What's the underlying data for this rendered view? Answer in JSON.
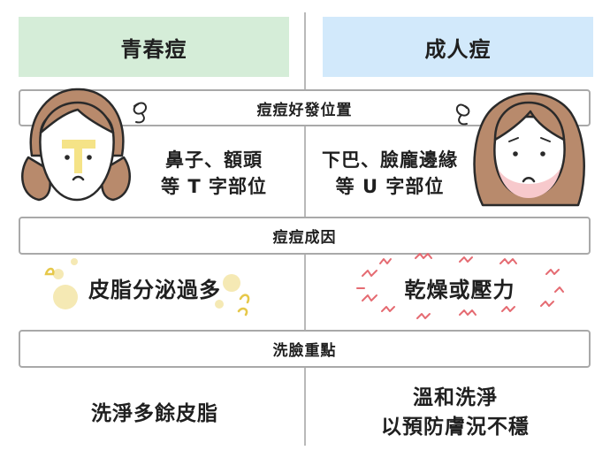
{
  "headers": {
    "left": "青春痘",
    "right": "成人痘"
  },
  "sections": {
    "position": "痘痘好發位置",
    "cause": "痘痘成因",
    "care": "洗臉重點"
  },
  "left": {
    "position_line1": "鼻子、額頭",
    "position_line2": "等 T 字部位",
    "cause": "皮脂分泌過多",
    "care": "洗淨多餘皮脂"
  },
  "right": {
    "position_line1": "下巴、臉龐邊緣",
    "position_line2": "等 U 字部位",
    "cause": "乾燥或壓力",
    "care_line1": "溫和洗淨",
    "care_line2": "以預防膚況不穩"
  },
  "colors": {
    "teen_header": "#d5edd8",
    "adult_header": "#d2e9fb",
    "hair": "#b88a6c",
    "t_zone": "#f4e07a",
    "u_zone": "#f7c9cc",
    "oil_dot": "#f5e9b4",
    "stress_mark": "#e56b72"
  }
}
